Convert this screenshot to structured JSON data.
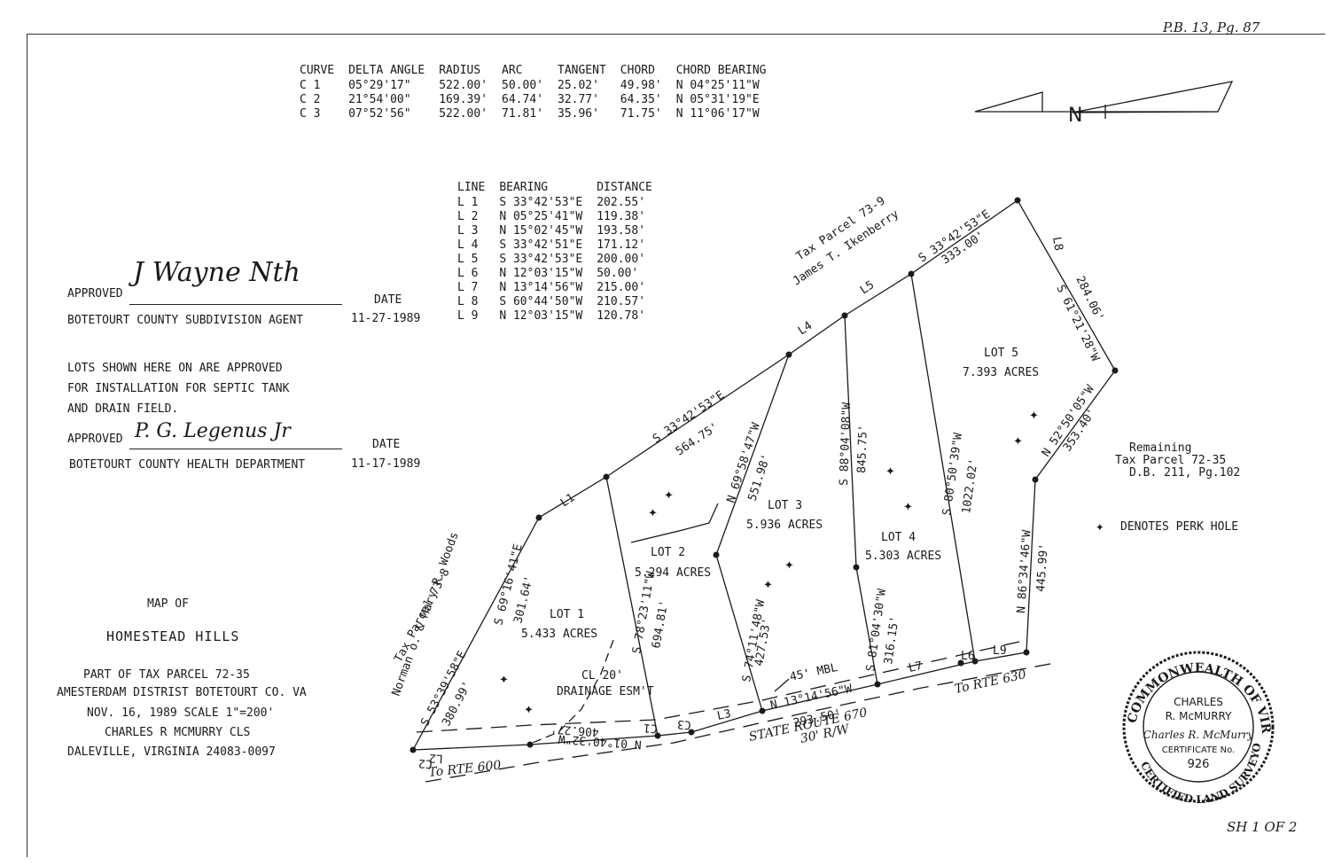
{
  "header": {
    "plat_ref": "P.B. 13, Pg. 87",
    "sheet_no": "SH 1 OF 2"
  },
  "curve_table": {
    "columns": [
      "CURVE",
      "DELTA ANGLE",
      "RADIUS",
      "ARC",
      "TANGENT",
      "CHORD",
      "CHORD BEARING"
    ],
    "rows": [
      [
        "C 1",
        "05°29'17\"",
        "522.00'",
        "50.00'",
        "25.02'",
        "49.98'",
        "N 04°25'11\"W"
      ],
      [
        "C 2",
        "21°54'00\"",
        "169.39'",
        "64.74'",
        "32.77'",
        "64.35'",
        "N 05°31'19\"E"
      ],
      [
        "C 3",
        "07°52'56\"",
        "522.00'",
        "71.81'",
        "35.96'",
        "71.75'",
        "N 11°06'17\"W"
      ]
    ]
  },
  "line_table": {
    "columns": [
      "LINE",
      "BEARING",
      "DISTANCE"
    ],
    "rows": [
      [
        "L 1",
        "S 33°42'53\"E",
        "202.55'"
      ],
      [
        "L 2",
        "N 05°25'41\"W",
        "119.38'"
      ],
      [
        "L 3",
        "N 15°02'45\"W",
        "193.58'"
      ],
      [
        "L 4",
        "S 33°42'51\"E",
        "171.12'"
      ],
      [
        "L 5",
        "S 33°42'53\"E",
        "200.00'"
      ],
      [
        "L 6",
        "N 12°03'15\"W",
        "50.00'"
      ],
      [
        "L 7",
        "N 13°14'56\"W",
        "215.00'"
      ],
      [
        "L 8",
        "S 60°44'50\"W",
        "210.57'"
      ],
      [
        "L 9",
        "N 12°03'15\"W",
        "120.78'"
      ]
    ]
  },
  "approvals": {
    "agent": {
      "approved_label": "APPROVED",
      "signature": "J Wayne Nth",
      "title": "BOTETOURT COUNTY SUBDIVISION AGENT",
      "date_label": "DATE",
      "date": "11-27-1989"
    },
    "septic_note": [
      "LOTS SHOWN HERE ON ARE APPROVED",
      "FOR INSTALLATION FOR SEPTIC TANK",
      "AND DRAIN FIELD."
    ],
    "health": {
      "approved_label": "APPROVED",
      "signature": "P. G. Legenus Jr",
      "title": "BOTETOURT COUNTY HEALTH DEPARTMENT",
      "date_label": "DATE",
      "date": "11-17-1989"
    }
  },
  "title_block": {
    "map_of": "MAP OF",
    "name": "HOMESTEAD HILLS",
    "part_of": "PART OF TAX PARCEL 72-35",
    "district": "AMESTERDAM DISTRIST BOTETOURT CO. VA",
    "date_scale": "NOV. 16, 1989    SCALE 1\"=200'",
    "surveyor": "CHARLES R MCMURRY CLS",
    "address": "DALEVILLE, VIRGINIA    24083-0097"
  },
  "lots": [
    {
      "name": "LOT 1",
      "acres": "5.433 ACRES"
    },
    {
      "name": "LOT 2",
      "acres": "5.294 ACRES"
    },
    {
      "name": "LOT 3",
      "acres": "5.936 ACRES"
    },
    {
      "name": "LOT 4",
      "acres": "5.303 ACRES"
    },
    {
      "name": "LOT 5",
      "acres": "7.393 ACRES"
    }
  ],
  "segment_labels": {
    "L1": "L1",
    "L2": "L2",
    "L3": "L3",
    "L4": "L4",
    "L5": "L5",
    "L6": "L6",
    "L7": "L7",
    "L8": "L8",
    "L9": "L9",
    "C1": "C1",
    "C2": "C2",
    "C3": "C3"
  },
  "bearings": {
    "north_boundary_bearing": "S 33°42'53\"E",
    "north_boundary_distance": "564.75'",
    "top_right_bearing": "S 33°42'53\"E",
    "top_right_distance": "333.00'",
    "lot1_west_bearing": "S 53°39'58\"E",
    "lot1_west_distance": "380.99'",
    "lot1_nw_bearing": "S 69°16'41\"E",
    "lot1_nw_distance": "301.64'",
    "lot12_bearing": "S 78°23'11\"W",
    "lot12_distance": "694.81'",
    "lot23_upper_bearing": "N 69°58'47\"W",
    "lot23_upper_distance": "551.98'",
    "lot23_lower_bearing": "S 74°11'48\"W",
    "lot23_lower_distance": "427.53'",
    "lot34_upper_bearing": "S 88°04'08\"W",
    "lot34_upper_distance": "845.75'",
    "lot34_lower_bearing": "S 81°04'30\"W",
    "lot34_lower_distance": "316.15'",
    "lot45_bearing": "S 80°50'39\"W",
    "lot45_distance": "1022.02'",
    "east_upper_bearing": "S 61°21'28\"W",
    "east_upper_distance": "284.06'",
    "east_mid_bearing": "N 52°50'05\"W",
    "east_mid_distance": "353.40'",
    "east_lower_bearing": "N 86°34'46\"W",
    "east_lower_distance": "445.99'",
    "south_bearing": "N 13°14'56\"W",
    "south_distance": "293.50'",
    "bottom_bearing": "N 01°40'32\"W",
    "bottom_distance": "406.27'"
  },
  "annotations": {
    "tax_parcel_ne": "Tax Parcel 73-9",
    "owner_ne": "James T. Ikenberry",
    "tax_parcel_w": "Tax Parcel 73-8",
    "owner_w": "Norman o. & Mary R. Woods",
    "remaining_1": "Remaining",
    "remaining_2": "Tax Parcel 72-35",
    "remaining_3": "D.B. 211, Pg.102",
    "perk_legend": "DENOTES PERK HOLE",
    "drainage_1": "CL 20'",
    "drainage_2": "DRAINAGE ESM'T",
    "mbl": "45' MBL",
    "to_rte_630": "To RTE 630",
    "to_rte_600": "To RTE 600",
    "state_route": "STATE ROUTE 670",
    "row": "30' R/W",
    "north_letter": "N"
  },
  "seal": {
    "ring_text": "COMMONWEALTH OF VIRGINIA",
    "ring_bottom": "CERTIFIED LAND SURVEYOR",
    "name_1": "CHARLES",
    "name_2": "R. McMURRY",
    "signature": "Charles R. McMurry",
    "cert_label": "CERTIFICATE No.",
    "cert_no": "926"
  },
  "colors": {
    "ink": "#1a1a1a",
    "paper": "#ffffff"
  }
}
